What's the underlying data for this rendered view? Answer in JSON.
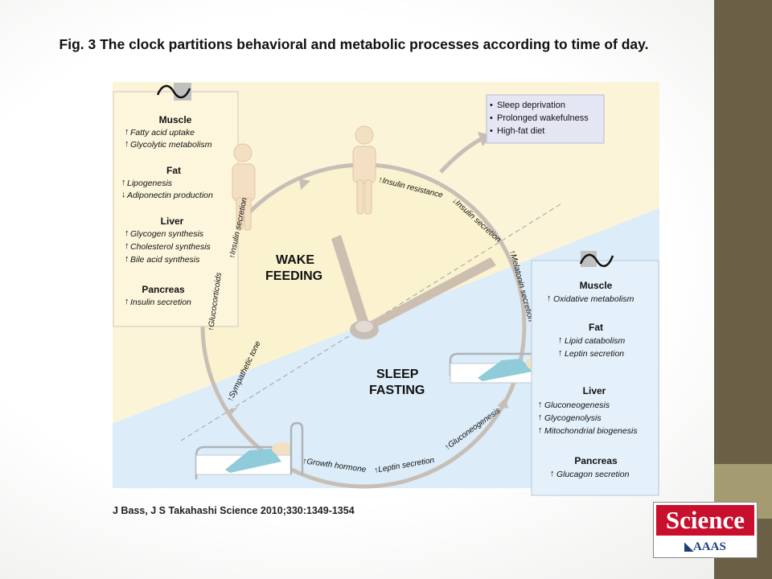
{
  "title": "Fig. 3 The clock partitions behavioral and metabolic processes according to time of day.",
  "citation": "J Bass, J S Takahashi Science 2010;330:1349-1354",
  "logo": {
    "wordmark": "Science",
    "subtext": "AAAS",
    "color_red": "#c8102e",
    "color_blue": "#1a3e7a"
  },
  "colors": {
    "wake_zone": "#fbf4d8",
    "sleep_zone": "#dcecf8",
    "arc": "#c7bfb6",
    "clock_hand": "#cdbfb0",
    "sidebar": "#6a6046",
    "sidebar_accent": "#a59b70"
  },
  "wake_panel": {
    "sections": [
      {
        "heading": "Muscle",
        "items": [
          {
            "dir": "up",
            "text": "Fatty acid uptake"
          },
          {
            "dir": "up",
            "text": "Glycolytic metabolism"
          }
        ]
      },
      {
        "heading": "Fat",
        "items": [
          {
            "dir": "up",
            "text": "Lipogenesis"
          },
          {
            "dir": "down",
            "text": "Adiponectin production"
          }
        ]
      },
      {
        "heading": "Liver",
        "items": [
          {
            "dir": "up",
            "text": "Glycogen synthesis"
          },
          {
            "dir": "up",
            "text": "Cholesterol synthesis"
          },
          {
            "dir": "up",
            "text": "Bile acid synthesis"
          }
        ]
      },
      {
        "heading": "Pancreas",
        "items": [
          {
            "dir": "up",
            "text": "Insulin secretion"
          }
        ]
      }
    ]
  },
  "sleep_panel": {
    "sections": [
      {
        "heading": "Muscle",
        "items": [
          {
            "dir": "up",
            "text": "Oxidative metabolism"
          }
        ]
      },
      {
        "heading": "Fat",
        "items": [
          {
            "dir": "up",
            "text": "Lipid catabolism"
          },
          {
            "dir": "up",
            "text": "Leptin secretion"
          }
        ]
      },
      {
        "heading": "Liver",
        "items": [
          {
            "dir": "up",
            "text": "Gluconeogenesis"
          },
          {
            "dir": "up",
            "text": "Glycogenolysis"
          },
          {
            "dir": "up",
            "text": "Mitochondrial biogenesis"
          }
        ]
      },
      {
        "heading": "Pancreas",
        "items": [
          {
            "dir": "up",
            "text": "Glucagon secretion"
          }
        ]
      }
    ]
  },
  "disruptors": [
    "Sleep deprivation",
    "Prolonged wakefulness",
    "High-fat diet"
  ],
  "phases": {
    "wake_line1": "WAKE",
    "wake_line2": "FEEDING",
    "sleep_line1": "SLEEP",
    "sleep_line2": "FASTING"
  },
  "arc_labels": {
    "insulin_secretion_left": "Insulin secretion",
    "glucocorticoids": "Glucocorticoids",
    "sympathetic_tone": "Sympathetic tone",
    "insulin_resistance": "Insulin resistance",
    "insulin_secretion_right": "Insulin secretion",
    "melatonin_secretion": "Melatonin secretion",
    "gluconeogenesis": "Gluconeogenesis",
    "leptin_secretion": "Leptin secretion",
    "growth_hormone": "Growth hormone"
  }
}
